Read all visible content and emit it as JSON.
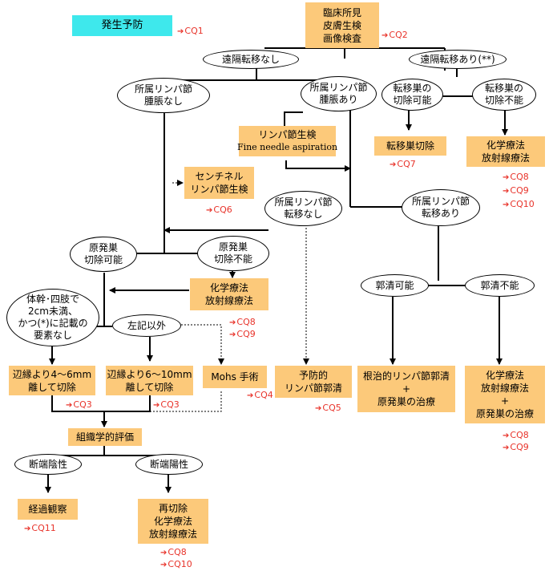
{
  "nodes": {
    "prevention": "発生予防",
    "exam": [
      "臨床所見",
      "皮膚生検",
      "画像検査"
    ],
    "no_distant": "遠隔転移なし",
    "distant": "遠隔転移あり(**)",
    "ln_not_swollen": [
      "所属リンパ節",
      "腫脹なし"
    ],
    "ln_swollen": [
      "所属リンパ節",
      "腫脹あり"
    ],
    "met_resectable": [
      "転移巣の",
      "切除可能"
    ],
    "met_unresectable": [
      "転移巣の",
      "切除不能"
    ],
    "ln_biopsy": [
      "リンパ節生検",
      "Fine needle aspiration"
    ],
    "met_excision": "転移巣切除",
    "chemo_rt_1": [
      "化学療法",
      "放射線療法"
    ],
    "sentinel": [
      "センチネル",
      "リンパ節生検"
    ],
    "ln_no_met": [
      "所属リンパ節",
      "転移なし"
    ],
    "ln_met": [
      "所属リンパ節",
      "転移あり"
    ],
    "primary_resectable": [
      "原発巣",
      "切除可能"
    ],
    "primary_unresectable": [
      "原発巣",
      "切除不能"
    ],
    "chemo_rt_2": [
      "化学療法",
      "放射線療法"
    ],
    "dissection_possible": "郭清可能",
    "dissection_impossible": "郭清不能",
    "small_lesion": [
      "体幹･四肢で",
      "2cm未満、",
      "かつ(*)に記載の",
      "要素なし"
    ],
    "other": "左記以外",
    "margin_4_6": [
      "辺縁より4〜6mm",
      "離して切除"
    ],
    "margin_6_10": [
      "辺縁より6〜10mm",
      "離して切除"
    ],
    "mohs": "Mohs 手術",
    "prophylactic_dissection": [
      "予防的",
      "リンパ節郭清"
    ],
    "radical_dissection": [
      "根治的リンパ節郭清",
      "+",
      "原発巣の治療"
    ],
    "chemo_rt_primary": [
      "化学療法",
      "放射線療法",
      "+",
      "原発巣の治療"
    ],
    "histology": "組織学的評価",
    "margin_negative": "断端陰性",
    "margin_positive": "断端陽性",
    "observation": "経過観察",
    "reexcision": [
      "再切除",
      "化学療法",
      "放射線療法"
    ]
  },
  "cq": {
    "prevention": [
      "CQ1"
    ],
    "exam": [
      "CQ2"
    ],
    "met_excision": [
      "CQ7"
    ],
    "chemo_rt_1": [
      "CQ8",
      "CQ9",
      "CQ10"
    ],
    "sentinel": [
      "CQ6"
    ],
    "chemo_rt_2": [
      "CQ8",
      "CQ9"
    ],
    "margin_4_6": [
      "CQ3"
    ],
    "margin_6_10": [
      "CQ3"
    ],
    "mohs": [
      "CQ4"
    ],
    "prophylactic": [
      "CQ5"
    ],
    "chemo_rt_primary": [
      "CQ8",
      "CQ9"
    ],
    "observation": [
      "CQ11"
    ],
    "reexcision": [
      "CQ8",
      "CQ10"
    ]
  },
  "colors": {
    "box": "#fcc97a",
    "prevention_box": "#3ee8ec",
    "cq_text": "#e8332a"
  }
}
